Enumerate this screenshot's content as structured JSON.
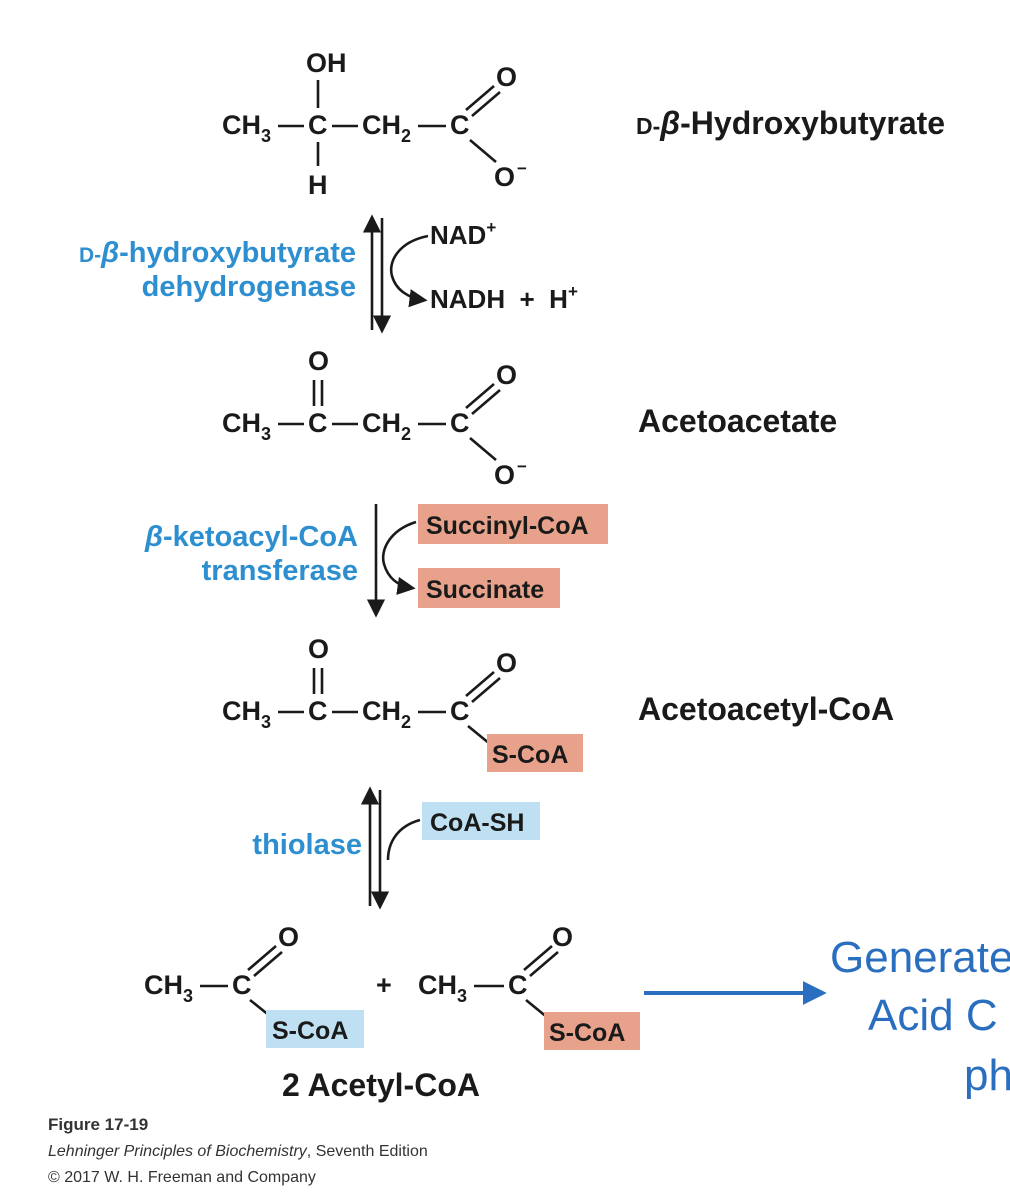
{
  "compounds": {
    "hydroxybutyrate": {
      "prefix": "D-",
      "beta": "β",
      "rest": "-Hydroxybutyrate"
    },
    "acetoacetate": "Acetoacetate",
    "acetoacetyl_coa": "Acetoacetyl-CoA",
    "acetyl_coa": "2 Acetyl-CoA"
  },
  "enzymes": {
    "dehydrogenase": {
      "line1_prefix": "D-",
      "line1_beta": "β",
      "line1_rest": "-hydroxybutyrate",
      "line2": "dehydrogenase"
    },
    "transferase": {
      "line1_beta": "β",
      "line1_rest": "-ketoacyl-CoA",
      "line2": "transferase"
    },
    "thiolase": "thiolase"
  },
  "cofactors": {
    "nad": "NAD",
    "nad_sup": "+",
    "nadh": "NADH  +  H",
    "nadh_sup": "+",
    "succinyl_coa": "Succinyl-CoA",
    "succinate": "Succinate",
    "coash": "CoA-SH"
  },
  "atoms": {
    "oh": "OH",
    "h": "H",
    "o": "O",
    "c": "C",
    "ch3": "CH",
    "ch2": "CH",
    "sub3": "3",
    "sub2": "2",
    "minus": "−",
    "scoa": "S-CoA",
    "plus": "+"
  },
  "annotation": {
    "line1": "Generate",
    "line2": "Acid C",
    "line3": "ph"
  },
  "caption": {
    "title": "Figure 17-19",
    "book": "Lehninger Principles of Biochemistry",
    "edition": ", Seventh Edition",
    "copyright": "© 2017 W. H. Freeman and Company"
  },
  "colors": {
    "enzyme_blue": "#2e8fd0",
    "salmon_box": "#e8a28b",
    "blue_box": "#bfe0f2",
    "annotation_blue": "#2a6fbf"
  }
}
